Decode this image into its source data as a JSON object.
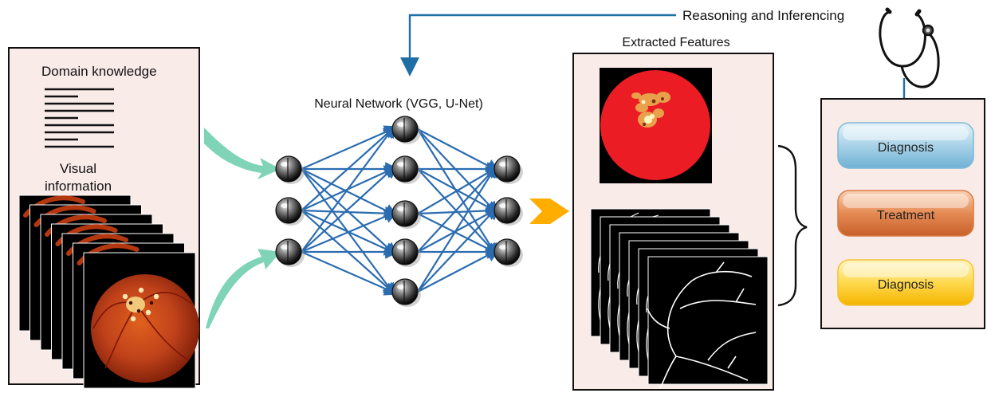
{
  "labels": {
    "domain_knowledge": "Domain knowledge",
    "visual_line1": "Visual",
    "visual_line2": "information",
    "neural_network": "Neural Network (VGG, U-Net)",
    "extracted_features": "Extracted Features",
    "reasoning": "Reasoning and Inferencing"
  },
  "outputs": [
    {
      "label": "Diagnosis",
      "color": "blue"
    },
    {
      "label": "Treatment",
      "color": "orange"
    },
    {
      "label": "Diagnosis",
      "color": "yellow"
    }
  ],
  "network": {
    "layers": [
      3,
      5,
      3
    ]
  },
  "colors": {
    "panel_fill": "#f9ebe8",
    "panel_border": "#111111",
    "edge": "#2b6cb0",
    "feedback_arrow": "#1f6fa5",
    "input_arrow": "#7fd3b6",
    "output_arrow": "#ffae00",
    "fundus": "#b3370f",
    "mask_red": "#ec1c24"
  }
}
